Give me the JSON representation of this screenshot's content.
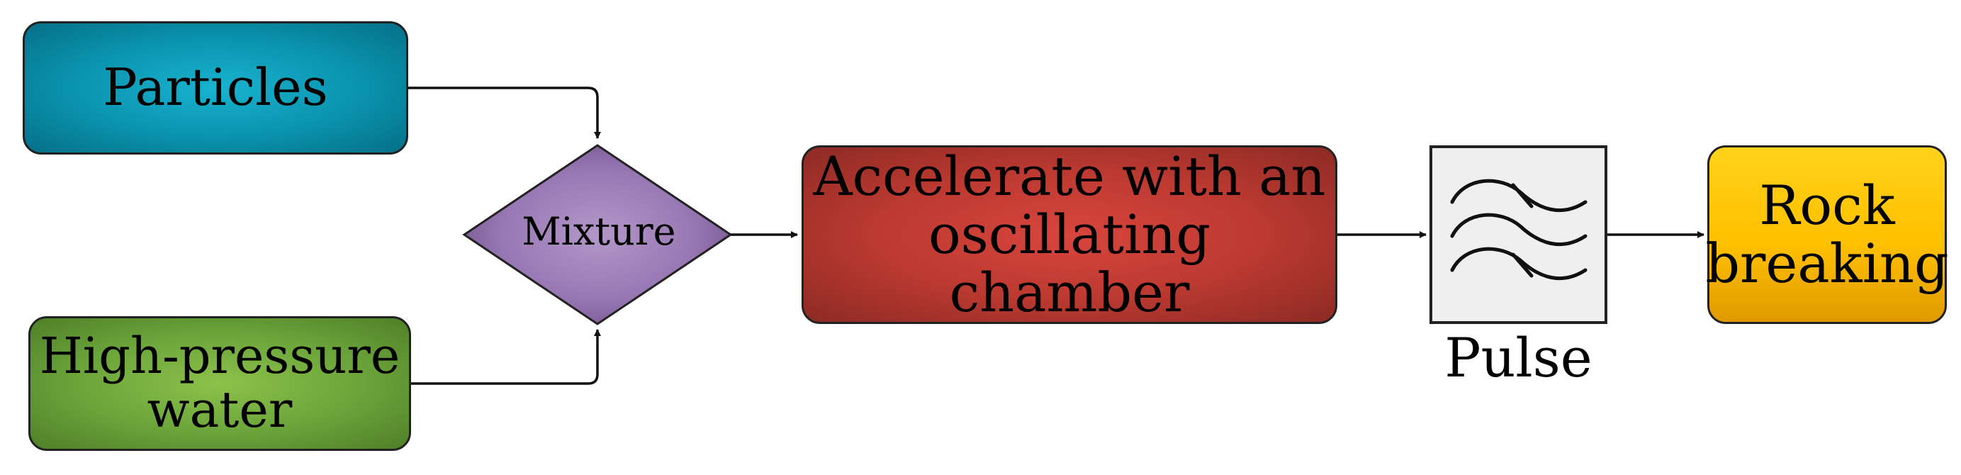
{
  "nodes": {
    "particles": "Particles",
    "water_line1": "High-pressure",
    "water_line2": "water",
    "mixture": "Mixture",
    "accel_line1": "Accelerate with an",
    "accel_line2": "oscillating chamber",
    "pulse": "Pulse",
    "rock_line1": "Rock",
    "rock_line2": "breaking"
  },
  "icons": {
    "pulse": "filter-wave-icon"
  },
  "colors": {
    "particles": "#0a92ad",
    "water": "#6aa33a",
    "mixture": "#9a79b5",
    "accel": "#bd3a31",
    "pulse_bg": "#efefef",
    "rock": "#ffc000"
  }
}
